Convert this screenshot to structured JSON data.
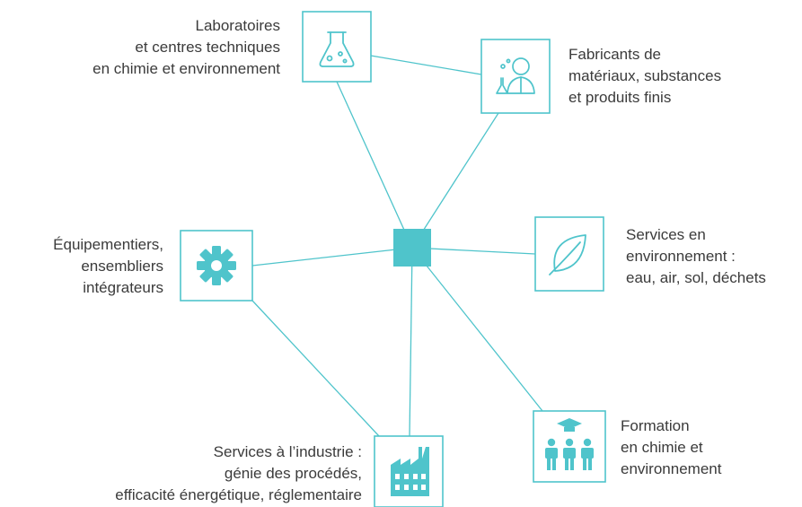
{
  "theme": {
    "accent": "#4fc4cb",
    "text": "#3b3b3b",
    "background": "#ffffff"
  },
  "hub": {
    "icon": "hub-square"
  },
  "nodes": {
    "laboratoires": {
      "icon": "flask-icon",
      "lines": [
        "Laboratoires",
        "et centres techniques",
        "en chimie et environnement"
      ]
    },
    "fabricants": {
      "icon": "scientist-icon",
      "lines": [
        "Fabricants de",
        "matériaux, substances",
        "et produits finis"
      ]
    },
    "equipementiers": {
      "icon": "gear-icon",
      "lines": [
        "Équipementiers,",
        "ensembliers",
        "intégrateurs"
      ]
    },
    "services_env": {
      "icon": "leaf-icon",
      "lines": [
        "Services en",
        "environnement :",
        "eau, air, sol, déchets"
      ]
    },
    "services_industrie": {
      "icon": "factory-icon",
      "lines": [
        "Services à l’industrie :",
        "génie des procédés,",
        "efficacité énergétique, réglementaire"
      ]
    },
    "formation": {
      "icon": "students-icon",
      "lines": [
        "Formation",
        "en chimie et",
        "environnement"
      ]
    }
  }
}
